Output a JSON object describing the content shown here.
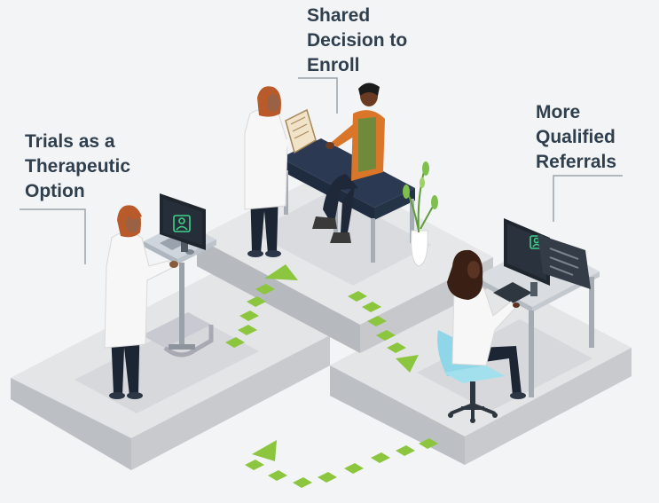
{
  "labels": {
    "shared_decision": "Shared\nDecision to\nEnroll",
    "trials_option": "Trials as a\nTherapeutic\nOption",
    "qualified_referrals": "More\nQualified\nReferrals"
  },
  "colors": {
    "background": "#f3f4f5",
    "platform_top": "#e3e4e6",
    "platform_side": "#b9bcc1",
    "platform_front": "#cfd1d4",
    "arrow_green": "#8cc63f",
    "label_text": "#2f3f4e",
    "leader_line": "#9aa3ab",
    "bed": "#2b3a52",
    "monitor_glow": "#3fd08a",
    "chair": "#8fd6e8",
    "coat": "#f7f7f7",
    "hair": "#b85a2a"
  },
  "icons": [
    "clinician-standing-desk",
    "clinician-with-clipboard",
    "patient-on-exam-table",
    "clinician-at-computer",
    "patient-profile-monitor-icon",
    "plant-vase",
    "green-flow-arrow"
  ]
}
